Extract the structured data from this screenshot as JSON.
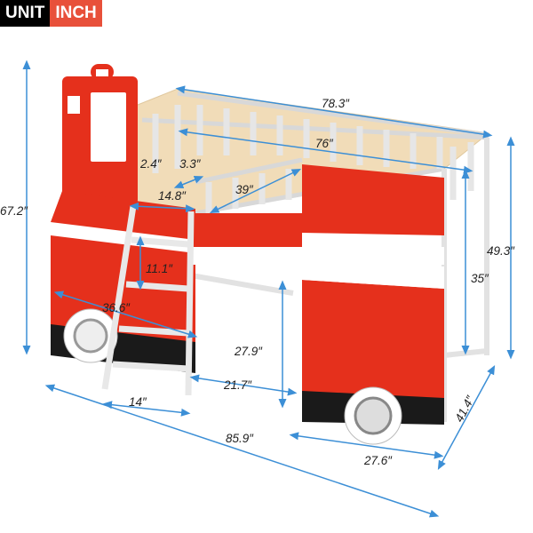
{
  "unit_badge": {
    "label": "UNIT",
    "value": "INCH"
  },
  "colors": {
    "red": "#e5301c",
    "white": "#ffffff",
    "black": "#1a1a1a",
    "dimension_line": "#3c8fd6",
    "wood": "#f1dcb8"
  },
  "dimensions": {
    "top_length": "78.3″",
    "inner_length": "76″",
    "rail_gap_a": "2.4″",
    "rail_gap_b": "3.3″",
    "opening_width": "14.8″",
    "inner_width": "39″",
    "total_height": "67.2″",
    "side_height": "49.3″",
    "bed_height": "35″",
    "ladder_step": "11.1″",
    "ladder_length": "36.6″",
    "under_clearance": "27.9″",
    "under_depth": "21.7″",
    "ladder_offset": "14″",
    "total_width": "41.4″",
    "total_length": "85.9″",
    "end_panel_width": "27.6″"
  }
}
